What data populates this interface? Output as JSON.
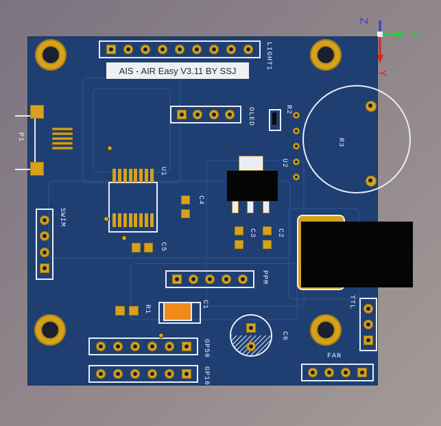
{
  "viewer": {
    "axes": {
      "z_label": "Z",
      "x_label": "X",
      "y_label": "Y",
      "colors": {
        "z": "#2a3fd1",
        "x": "#2ecc40",
        "y": "#e02020"
      }
    }
  },
  "board": {
    "title_label": "AIS - AIR  Easy  V3.11 BY SSJ",
    "colors": {
      "substrate": "#1f3f73",
      "copper": "#d6a21b",
      "silkscreen": "#e9eef6"
    },
    "connectors": {
      "light": "LIGHT1",
      "oled": "OLED",
      "swim": "SWIM",
      "ppm": "PPM",
      "ttl": "TTL",
      "fan": "FAN",
      "gp50": "GP50",
      "gp10": "GP10",
      "p1": "P1"
    },
    "components": {
      "u1": "U1",
      "u2": "U2",
      "r1": "R1",
      "r2": "R2",
      "r3": "R3",
      "c1": "C1",
      "c2": "C2",
      "c3": "C3",
      "c4": "C4",
      "c5": "C5",
      "c6": "C6"
    }
  }
}
